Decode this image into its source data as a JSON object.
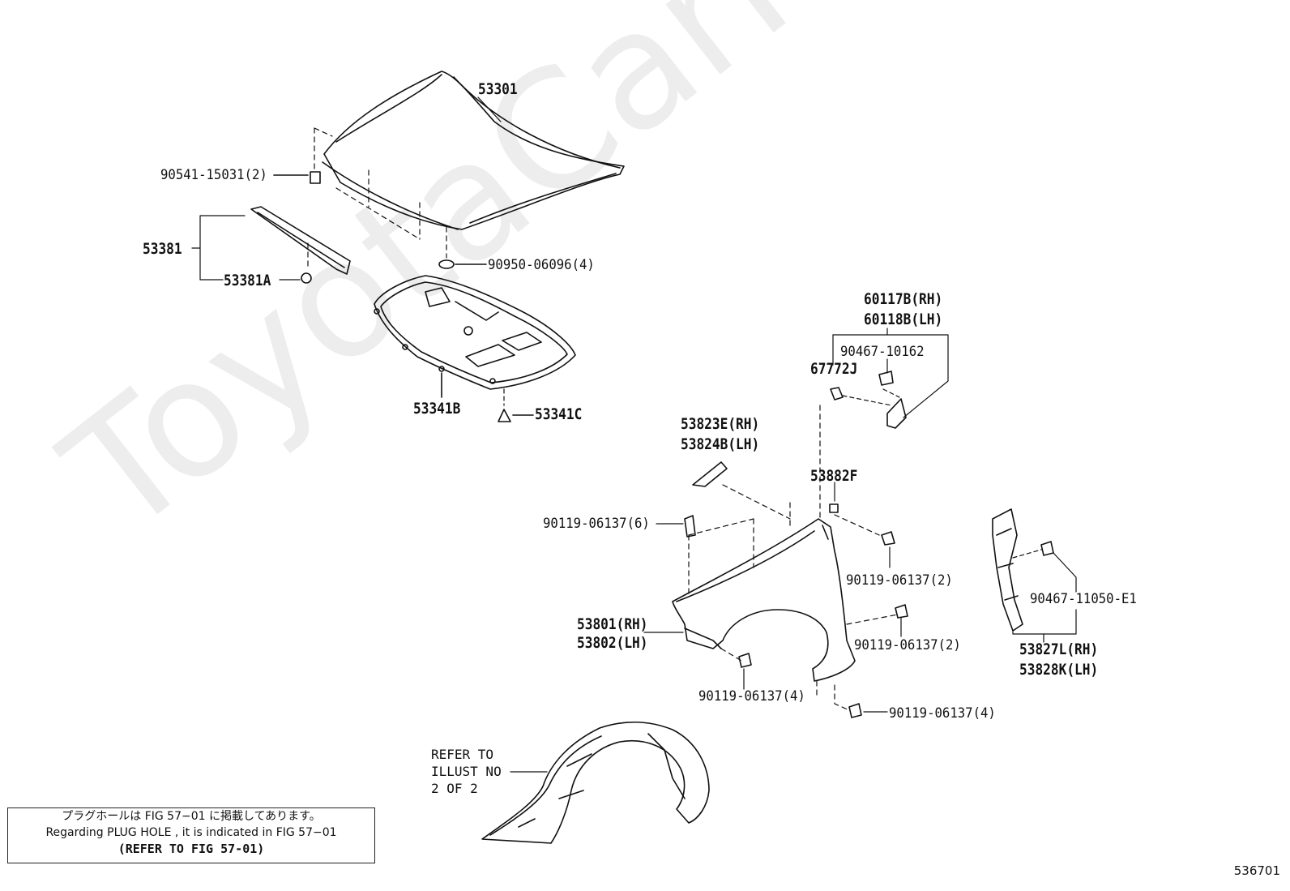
{
  "watermark": "ToyotaCarMine.ru",
  "labels": {
    "l53301": "53301",
    "l90541": "90541-15031(2)",
    "l53381": "53381",
    "l53381a": "53381A",
    "l90950": "90950-06096(4)",
    "l53341b": "53341B",
    "l53341c": "53341C",
    "l60117b": "60117B(RH)",
    "l60118b": "60118B(LH)",
    "l90467a": "90467-10162",
    "l67772j": "67772J",
    "l53823e": "53823E(RH)",
    "l53824b": "53824B(LH)",
    "l53882f": "53882F",
    "l90119a": "90119-06137(6)",
    "l90119b": "90119-06137(2)",
    "l53801": "53801(RH)",
    "l53802": "53802(LH)",
    "l90119c": "90119-06137(2)",
    "l90119d": "90119-06137(4)",
    "l90119e": "90119-06137(4)",
    "l90467b": "90467-11050-E1",
    "l53827l": "53827L(RH)",
    "l53828k": "53828K(LH)"
  },
  "refer": {
    "line1": "REFER TO",
    "line2": "ILLUST NO",
    "line3": "2 OF 2"
  },
  "note": {
    "jp": "プラグホールは FIG 57−01 に掲載してあります。",
    "en": "Regarding PLUG HOLE , it is indicated in FIG 57−01",
    "ref": "(REFER TO FIG 57-01)"
  },
  "figure_number": "536701"
}
